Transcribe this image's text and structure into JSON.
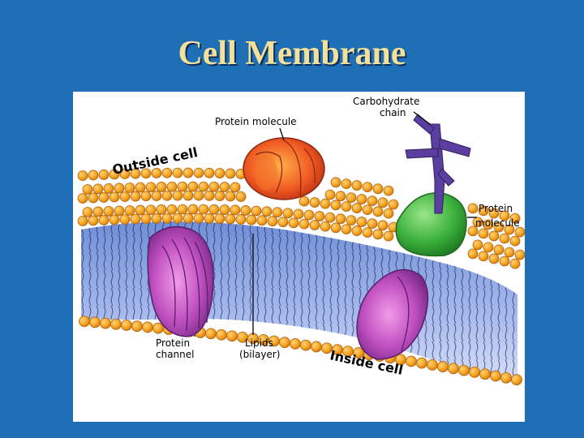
{
  "slide": {
    "title": "Cell Membrane"
  },
  "diagram": {
    "labels": {
      "carbohydrate_line1": "Carbohydrate",
      "carbohydrate_line2": "chain",
      "protein_molecule_top": "Protein molecule",
      "outside_cell": "Outside cell",
      "protein_molecule_right_line1": "Protein",
      "protein_molecule_right_line2": "molecule",
      "protein_channel_line1": "Protein",
      "protein_channel_line2": "channel",
      "lipids_line1": "Lipids",
      "lipids_line2": "(bilayer)",
      "inside_cell": "Inside cell"
    },
    "colors": {
      "background": "#1F6FB7",
      "title": "#F3E09A",
      "lipid_head": "#F5A623",
      "bilayer_core": "#8FA8E8",
      "protein_channel": "#B04FB8",
      "protein_top": "#F05A22",
      "protein_right": "#3DB23D",
      "carbohydrate": "#5B3FA0"
    }
  }
}
